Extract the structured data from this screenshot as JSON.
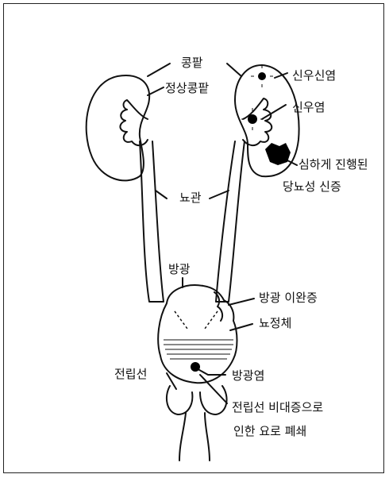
{
  "labels": {
    "kidney": "콩팥",
    "normal_kidney": "정상콩팥",
    "pyelonephritis": "신우신염",
    "pyelitis": "신우염",
    "diabetic_line1": "심하게 진행된",
    "diabetic_line2": "당뇨성 신증",
    "ureter": "뇨관",
    "bladder": "방광",
    "bladder_relaxation": "방광 이완증",
    "residual_urine": "뇨정체",
    "prostate": "전립선",
    "cystitis": "방광염",
    "obstruction_line1": "전립선 비대증으로",
    "obstruction_line2": "인한 요로 폐쇄"
  }
}
